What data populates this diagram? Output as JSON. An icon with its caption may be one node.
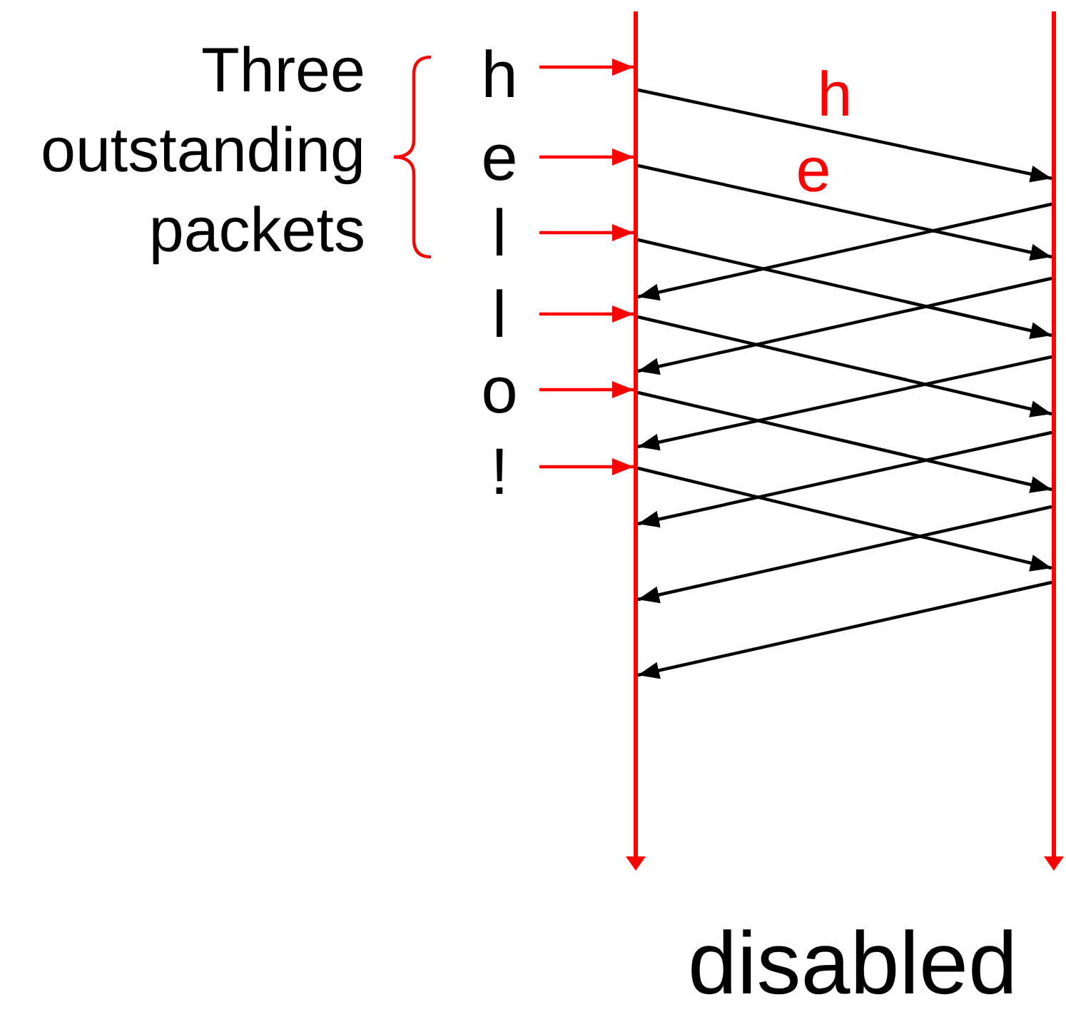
{
  "diagram": {
    "nodes": [
      {
        "text": [
          "h"
        ]
      },
      {
        "text": [
          "e"
        ]
      },
      {
        "text": [
          "l"
        ]
      },
      {
        "text": [
          "l"
        ]
      },
      {
        "text": [
          "o"
        ]
      },
      {
        "text": [
          "!"
        ]
      },
      {
        "text": [],
        "shape": "bar"
      },
      {
        "text": [],
        "shape": "bar"
      }
    ],
    "edges": [
      {
        "from": 0,
        "to": 6,
        "arrow": "to",
        "color": "#ff0000"
      },
      {
        "from": 1,
        "to": 6,
        "arrow": "to",
        "color": "#ff0000"
      },
      {
        "from": 2,
        "to": 6,
        "arrow": "to",
        "color": "#ff0000"
      },
      {
        "from": 3,
        "to": 6,
        "arrow": "to",
        "color": "#ff0000"
      },
      {
        "from": 4,
        "to": 6,
        "arrow": "to",
        "color": "#ff0000"
      },
      {
        "from": 5,
        "to": 6,
        "arrow": "to",
        "color": "#ff0000"
      },
      {
        "from": 6,
        "to": 7,
        "arrow": "to"
      },
      {
        "from": 6,
        "to": 7,
        "arrow": "to"
      },
      {
        "from": 6,
        "to": 7,
        "arrow": "to"
      },
      {
        "from": 6,
        "to": 7,
        "arrow": "to"
      },
      {
        "from": 6,
        "to": 7,
        "arrow": "to"
      },
      {
        "from": 6,
        "to": 7,
        "arrow": "to"
      },
      {
        "from": 7,
        "to": 6,
        "arrow": "to"
      },
      {
        "from": 7,
        "to": 6,
        "arrow": "to"
      },
      {
        "from": 7,
        "to": 6,
        "arrow": "to"
      },
      {
        "from": 7,
        "to": 6,
        "arrow": "to"
      },
      {
        "from": 7,
        "to": 6,
        "arrow": "to"
      },
      {
        "from": 7,
        "to": 6,
        "arrow": "to"
      }
    ],
    "labels": [
      "Three outstanding packets",
      "h",
      "e",
      "disabled"
    ]
  }
}
